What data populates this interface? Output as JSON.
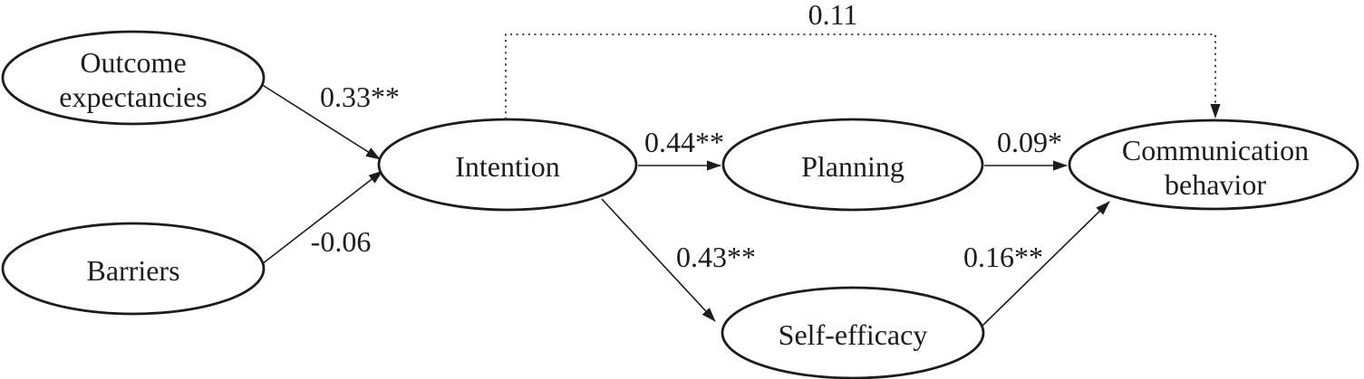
{
  "figure": {
    "type": "path-diagram",
    "colors": {
      "ink": "#1c1c1c",
      "background": "#ffffff",
      "node_fill": "#ffffff"
    },
    "nodes": {
      "outcome_expectancies": {
        "label": "Outcome expectancies",
        "line1": "Outcome",
        "line2": "expectancies",
        "shape": "ellipse"
      },
      "barriers": {
        "label": "Barriers",
        "shape": "ellipse"
      },
      "intention": {
        "label": "Intention",
        "shape": "ellipse"
      },
      "planning": {
        "label": "Planning",
        "shape": "ellipse"
      },
      "self_efficacy": {
        "label": "Self-efficacy",
        "shape": "ellipse"
      },
      "communication_behavior": {
        "label": "Communication behavior",
        "line1": "Communication",
        "line2": "behavior",
        "shape": "ellipse"
      }
    },
    "edges": {
      "oe_to_intention": {
        "from": "Outcome expectancies",
        "to": "Intention",
        "coefficient": "0.33**",
        "style": "solid"
      },
      "barriers_to_intention": {
        "from": "Barriers",
        "to": "Intention",
        "coefficient": "-0.06",
        "style": "solid"
      },
      "intention_to_planning": {
        "from": "Intention",
        "to": "Planning",
        "coefficient": "0.44**",
        "style": "solid"
      },
      "intention_to_self_efficacy": {
        "from": "Intention",
        "to": "Self-efficacy",
        "coefficient": "0.43**",
        "style": "solid"
      },
      "planning_to_communication": {
        "from": "Planning",
        "to": "Communication behavior",
        "coefficient": "0.09*",
        "style": "solid"
      },
      "self_efficacy_to_communication": {
        "from": "Self-efficacy",
        "to": "Communication behavior",
        "coefficient": "0.16**",
        "style": "solid"
      },
      "intention_to_communication": {
        "from": "Intention",
        "to": "Communication behavior",
        "coefficient": "0.11",
        "style": "dotted"
      }
    }
  }
}
